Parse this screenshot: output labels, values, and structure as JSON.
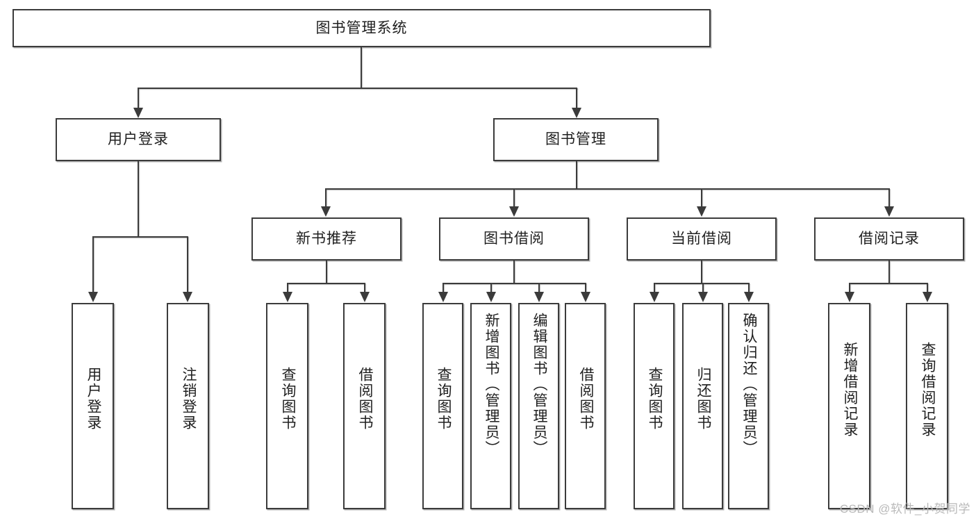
{
  "diagram": {
    "type": "hierarchy-tree",
    "title": "图书管理系统",
    "orientation": "top-down",
    "colors": {
      "background": "#ffffff",
      "border": "#3b3b3b",
      "text": "#1f1f1f",
      "connector": "#3b3b3b",
      "watermark": "#b9b9b9"
    },
    "root": {
      "label": "图书管理系统",
      "children": [
        {
          "label": "用户登录",
          "children": [
            {
              "label": "用户登录"
            },
            {
              "label": "注销登录"
            }
          ]
        },
        {
          "label": "图书管理",
          "children": [
            {
              "label": "新书推荐",
              "children": [
                {
                  "label": "查询图书"
                },
                {
                  "label": "借阅图书"
                }
              ]
            },
            {
              "label": "图书借阅",
              "children": [
                {
                  "label": "查询图书"
                },
                {
                  "label": "新增图书（管理员）"
                },
                {
                  "label": "编辑图书（管理员）"
                },
                {
                  "label": "借阅图书"
                }
              ]
            },
            {
              "label": "当前借阅",
              "children": [
                {
                  "label": "查询图书"
                },
                {
                  "label": "归还图书"
                },
                {
                  "label": "确认归还（管理员）"
                }
              ]
            },
            {
              "label": "借阅记录",
              "children": [
                {
                  "label": "新增借阅记录"
                },
                {
                  "label": "查询借阅记录"
                }
              ]
            }
          ]
        }
      ]
    }
  },
  "nodes": {
    "root": "图书管理系统",
    "l2": {
      "user_login": "用户登录",
      "book_manage": "图书管理"
    },
    "l3": {
      "new_book_rec": "新书推荐",
      "book_borrow": "图书借阅",
      "current_borrow": "当前借阅",
      "borrow_record": "借阅记录"
    },
    "leaves": {
      "user_login_1": "用户登录",
      "user_login_2": "注销登录",
      "new_book_1": "查询图书",
      "new_book_2": "借阅图书",
      "borrow_1": "查询图书",
      "borrow_2": "新增图书（管理员）",
      "borrow_3": "编辑图书（管理员）",
      "borrow_4": "借阅图书",
      "current_1": "查询图书",
      "current_2": "归还图书",
      "current_3": "确认归还（管理员）",
      "record_1": "新增借阅记录",
      "record_2": "查询借阅记录"
    }
  },
  "watermark": {
    "text": "CSDN @软件_小贺同学"
  }
}
